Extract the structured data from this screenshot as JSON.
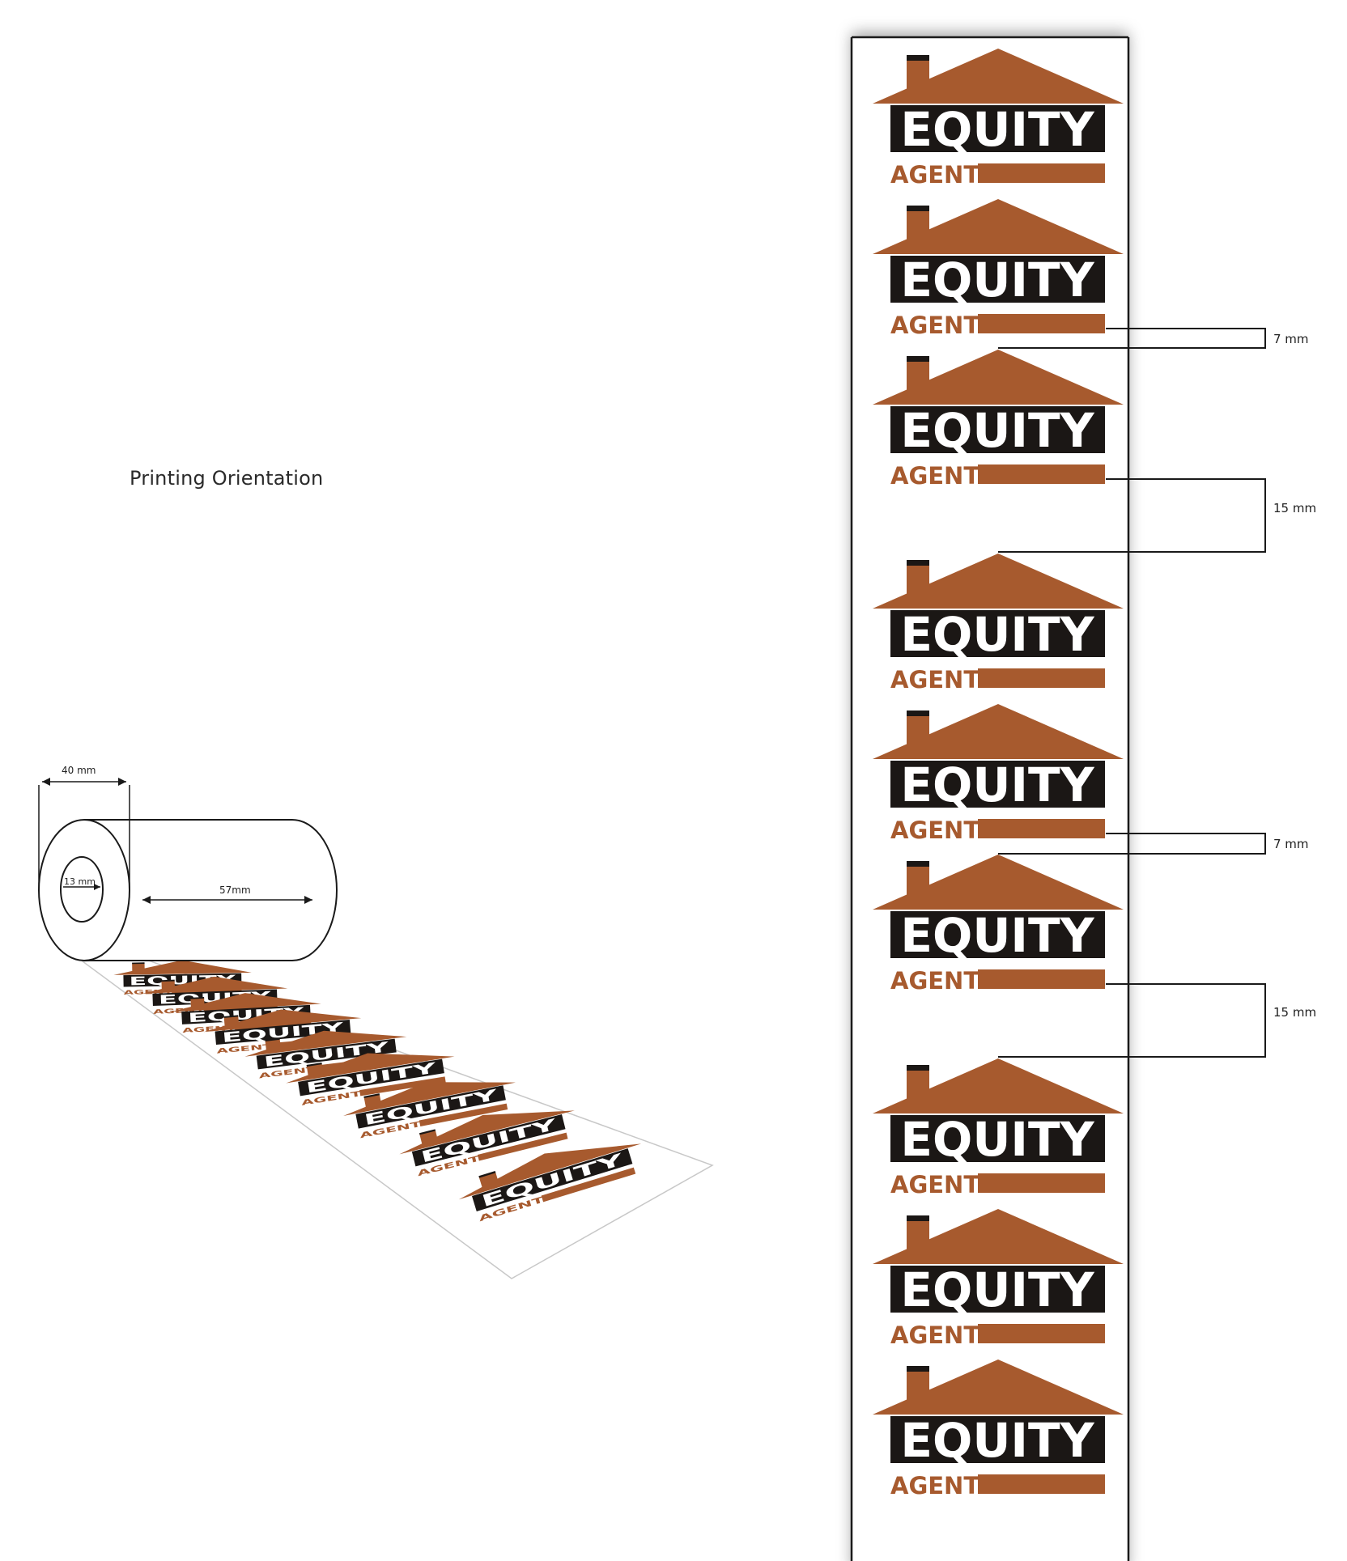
{
  "printing_orientation_label": "Printing Orientation",
  "colors": {
    "brand_brown": "#a75a2e",
    "brand_black": "#1b1715",
    "line": "#1a1a1a"
  },
  "logo": {
    "word": "EQUITY",
    "sub": "AGENT"
  },
  "roll_dimensions": {
    "width_label": "40 mm",
    "core_label": "13 mm",
    "length_label": "57mm"
  },
  "spacing_annotations": {
    "label_a": "7 mm",
    "label_b": "15 mm",
    "label_c": "7 mm",
    "label_d": "15 mm"
  }
}
